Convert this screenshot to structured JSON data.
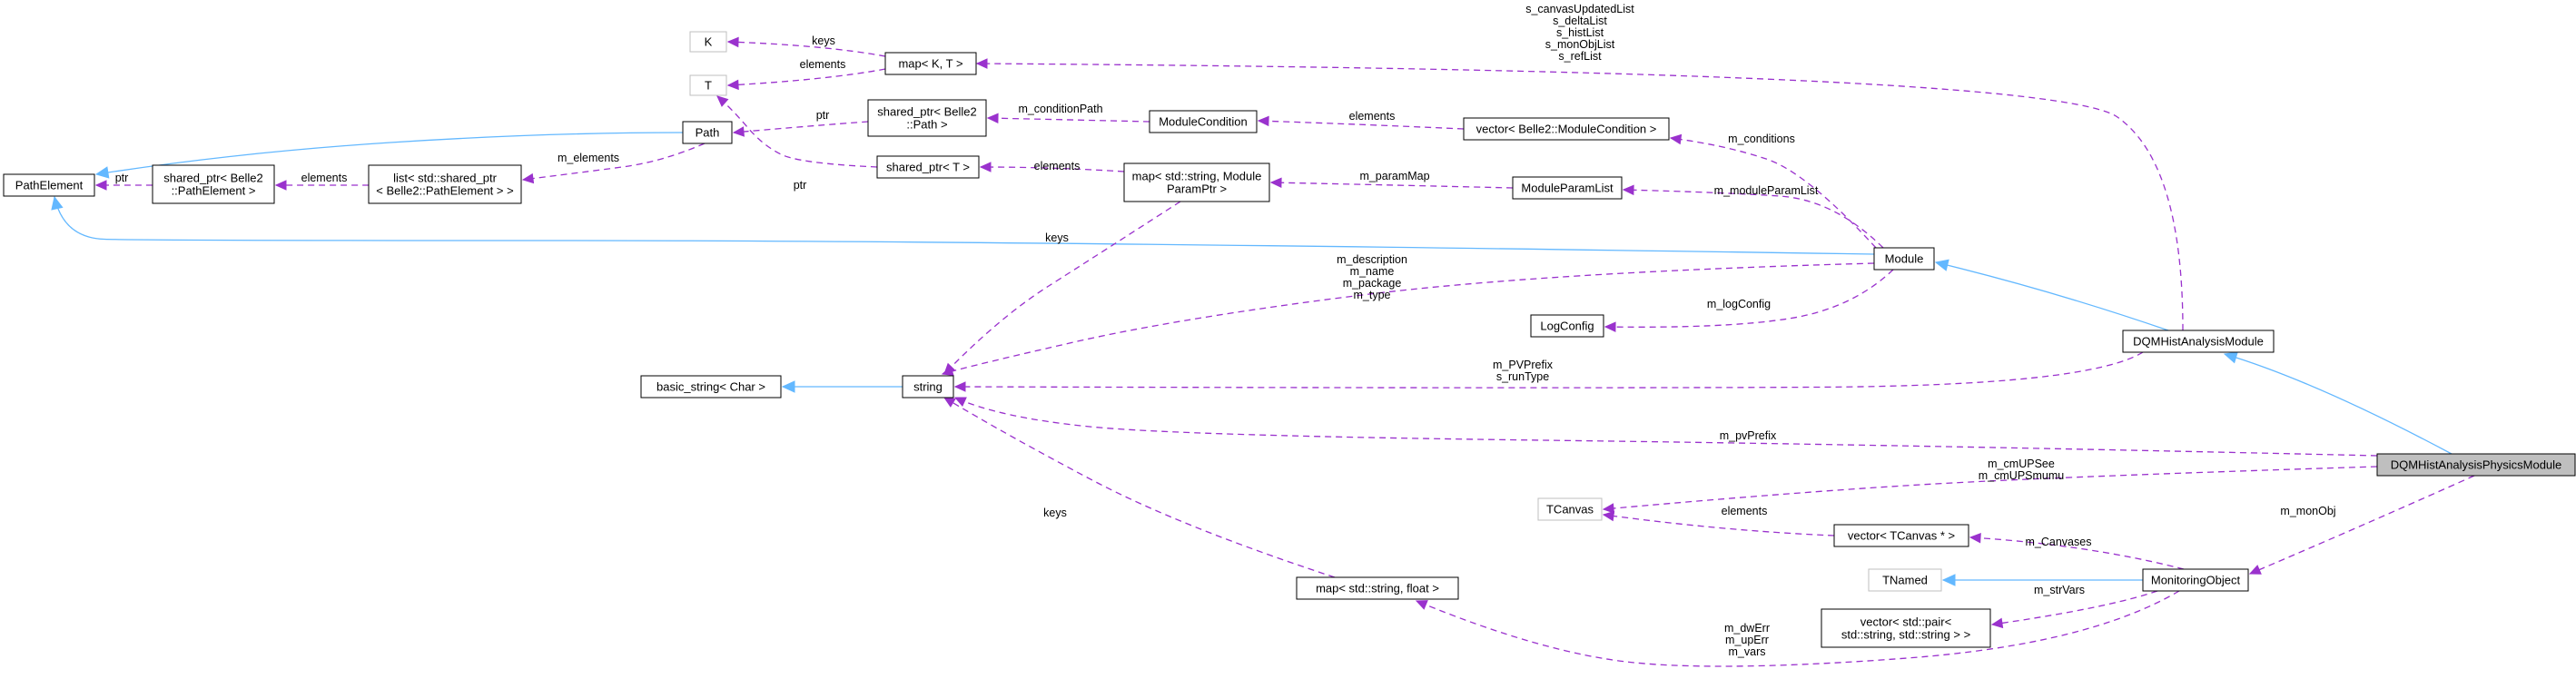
{
  "nodes": [
    {
      "id": "K",
      "label": [
        "K"
      ],
      "style": "ghost"
    },
    {
      "id": "T",
      "label": [
        "T"
      ],
      "style": "ghost"
    },
    {
      "id": "mapKT",
      "label": [
        "map< K, T >"
      ]
    },
    {
      "id": "PathElement",
      "label": [
        "PathElement"
      ]
    },
    {
      "id": "spPathElement",
      "label": [
        "shared_ptr< Belle2",
        "::PathElement >"
      ]
    },
    {
      "id": "listSP",
      "label": [
        "list< std::shared_ptr",
        "< Belle2::PathElement > >"
      ]
    },
    {
      "id": "Path",
      "label": [
        "Path"
      ]
    },
    {
      "id": "spPath",
      "label": [
        "shared_ptr< Belle2",
        "::Path >"
      ]
    },
    {
      "id": "spT",
      "label": [
        "shared_ptr< T >"
      ]
    },
    {
      "id": "ModuleCondition",
      "label": [
        "ModuleCondition"
      ]
    },
    {
      "id": "vecModuleCondition",
      "label": [
        "vector< Belle2::ModuleCondition >"
      ]
    },
    {
      "id": "mapModuleParam",
      "label": [
        "map< std::string, Module",
        "ParamPtr >"
      ]
    },
    {
      "id": "ModuleParamList",
      "label": [
        "ModuleParamList"
      ]
    },
    {
      "id": "Module",
      "label": [
        "Module"
      ]
    },
    {
      "id": "LogConfig",
      "label": [
        "LogConfig"
      ]
    },
    {
      "id": "DQMHistAnalysisModule",
      "label": [
        "DQMHistAnalysisModule"
      ]
    },
    {
      "id": "basicString",
      "label": [
        "basic_string< Char >"
      ]
    },
    {
      "id": "string",
      "label": [
        "string"
      ]
    },
    {
      "id": "DQMHistAnalysisPhysicsModule",
      "label": [
        "DQMHistAnalysisPhysicsModule"
      ],
      "style": "focus"
    },
    {
      "id": "TCanvas",
      "label": [
        "TCanvas"
      ],
      "style": "ghost"
    },
    {
      "id": "vecTCanvas",
      "label": [
        "vector< TCanvas * >"
      ]
    },
    {
      "id": "TNamed",
      "label": [
        "TNamed"
      ],
      "style": "ghost"
    },
    {
      "id": "MonitoringObject",
      "label": [
        "MonitoringObject"
      ]
    },
    {
      "id": "mapStringFloat",
      "label": [
        "map< std::string, float >"
      ]
    },
    {
      "id": "vecPair",
      "label": [
        "vector< std::pair<",
        "std::string, std::string > >"
      ]
    }
  ],
  "edges": [
    {
      "id": "e-keys-K",
      "kind": "usage",
      "from": "mapKT",
      "to": "K",
      "label": [
        "keys"
      ]
    },
    {
      "id": "e-elements-T",
      "kind": "usage",
      "from": "mapKT",
      "to": "T",
      "label": [
        "elements"
      ]
    },
    {
      "id": "e-ptr-T",
      "kind": "usage",
      "from": "spT",
      "to": "T",
      "label": [
        "ptr"
      ]
    },
    {
      "id": "e-mapKT-dqm",
      "kind": "usage",
      "from": "DQMHistAnalysisModule",
      "to": "mapKT",
      "label": [
        "s_canvasUpdatedList",
        "s_deltaList",
        "s_histList",
        "s_monObjList",
        "s_refList"
      ]
    },
    {
      "id": "e-path-inherit",
      "kind": "inherit",
      "from": "Path",
      "to": "PathElement",
      "label": []
    },
    {
      "id": "e-module-inherit",
      "kind": "inherit",
      "from": "Module",
      "to": "PathElement",
      "label": []
    },
    {
      "id": "e-ptr-PathElement",
      "kind": "usage",
      "from": "spPathElement",
      "to": "PathElement",
      "label": [
        "ptr"
      ]
    },
    {
      "id": "e-elements-list",
      "kind": "usage",
      "from": "listSP",
      "to": "spPathElement",
      "label": [
        "elements"
      ]
    },
    {
      "id": "e-m-elements",
      "kind": "usage",
      "from": "Path",
      "to": "listSP",
      "label": [
        "m_elements"
      ]
    },
    {
      "id": "e-ptr-Path",
      "kind": "usage",
      "from": "spPath",
      "to": "Path",
      "label": [
        "ptr"
      ]
    },
    {
      "id": "e-conditionPath",
      "kind": "usage",
      "from": "ModuleCondition",
      "to": "spPath",
      "label": [
        "m_conditionPath"
      ]
    },
    {
      "id": "e-elements-cond",
      "kind": "usage",
      "from": "vecModuleCondition",
      "to": "ModuleCondition",
      "label": [
        "elements"
      ]
    },
    {
      "id": "e-conditions",
      "kind": "usage",
      "from": "Module",
      "to": "vecModuleCondition",
      "label": [
        "m_conditions"
      ]
    },
    {
      "id": "e-elements-spT",
      "kind": "usage",
      "from": "mapModuleParam",
      "to": "spT",
      "label": [
        "elements"
      ]
    },
    {
      "id": "e-paramMap",
      "kind": "usage",
      "from": "ModuleParamList",
      "to": "mapModuleParam",
      "label": [
        "m_paramMap"
      ]
    },
    {
      "id": "e-moduleParamList",
      "kind": "usage",
      "from": "Module",
      "to": "ModuleParamList",
      "label": [
        "m_moduleParamList"
      ]
    },
    {
      "id": "e-keys-string1",
      "kind": "usage",
      "from": "mapModuleParam",
      "to": "string",
      "label": [
        "keys"
      ]
    },
    {
      "id": "e-module-string",
      "kind": "usage",
      "from": "Module",
      "to": "string",
      "label": [
        "m_description",
        "m_name",
        "m_package",
        "m_type"
      ]
    },
    {
      "id": "e-logConfig",
      "kind": "usage",
      "from": "Module",
      "to": "LogConfig",
      "label": [
        "m_logConfig"
      ]
    },
    {
      "id": "e-dqm-inherit",
      "kind": "inherit",
      "from": "DQMHistAnalysisModule",
      "to": "Module",
      "label": []
    },
    {
      "id": "e-string-inherit",
      "kind": "inherit",
      "from": "string",
      "to": "basicString",
      "label": []
    },
    {
      "id": "e-pvprefix-dqm",
      "kind": "usage",
      "from": "DQMHistAnalysisModule",
      "to": "string",
      "label": [
        "m_PVPrefix",
        "s_runType"
      ]
    },
    {
      "id": "e-physics-inherit",
      "kind": "inherit",
      "from": "DQMHistAnalysisPhysicsModule",
      "to": "DQMHistAnalysisModule",
      "label": []
    },
    {
      "id": "e-pvPrefix",
      "kind": "usage",
      "from": "DQMHistAnalysisPhysicsModule",
      "to": "string",
      "label": [
        "m_pvPrefix"
      ]
    },
    {
      "id": "e-cmUPS",
      "kind": "usage",
      "from": "DQMHistAnalysisPhysicsModule",
      "to": "TCanvas",
      "label": [
        "m_cmUPSee",
        "m_cmUPSmumu"
      ]
    },
    {
      "id": "e-monObj",
      "kind": "usage",
      "from": "DQMHistAnalysisPhysicsModule",
      "to": "MonitoringObject",
      "label": [
        "m_monObj"
      ]
    },
    {
      "id": "e-elements-tcanvas",
      "kind": "usage",
      "from": "vecTCanvas",
      "to": "TCanvas",
      "label": [
        "elements"
      ]
    },
    {
      "id": "e-canvases",
      "kind": "usage",
      "from": "MonitoringObject",
      "to": "vecTCanvas",
      "label": [
        "m_Canvases"
      ]
    },
    {
      "id": "e-tnamed-inherit",
      "kind": "inherit",
      "from": "MonitoringObject",
      "to": "TNamed",
      "label": []
    },
    {
      "id": "e-strVars",
      "kind": "usage",
      "from": "MonitoringObject",
      "to": "vecPair",
      "label": [
        "m_strVars"
      ]
    },
    {
      "id": "e-vars",
      "kind": "usage",
      "from": "MonitoringObject",
      "to": "mapStringFloat",
      "label": [
        "m_dwErr",
        "m_upErr",
        "m_vars"
      ]
    },
    {
      "id": "e-keys-string2",
      "kind": "usage",
      "from": "mapStringFloat",
      "to": "string",
      "label": [
        "keys"
      ]
    }
  ],
  "colors": {
    "inheritance": "#63b8ff",
    "usage": "#9a32cd",
    "focus_fill": "#bfbfbf",
    "ghost_border": "#bfbfbf"
  }
}
